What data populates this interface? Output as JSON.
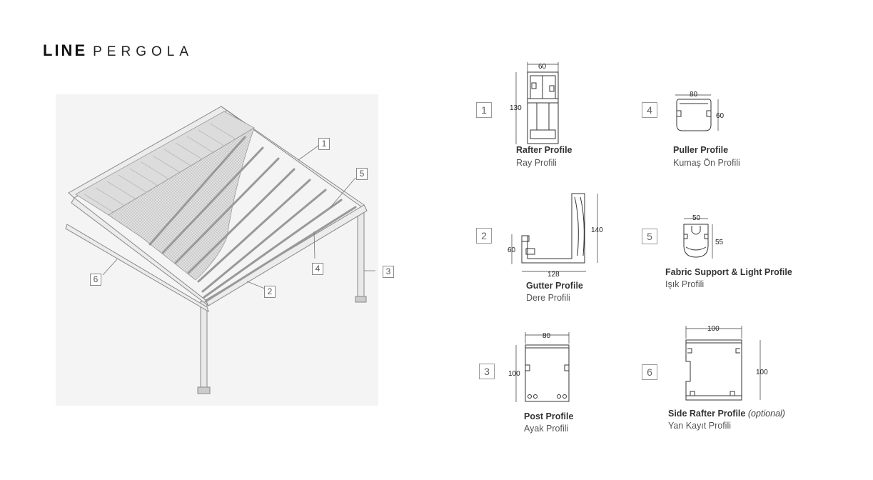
{
  "title": {
    "bold": "LINE",
    "light": "PERGOLA"
  },
  "callouts": [
    "1",
    "5",
    "4",
    "3",
    "2",
    "6"
  ],
  "profiles": [
    {
      "number": "1",
      "name": "Rafter Profile",
      "name_suffix": "",
      "subtitle": "Ray Profili",
      "dims": [
        "60",
        "130"
      ]
    },
    {
      "number": "2",
      "name": "Gutter Profile",
      "name_suffix": "",
      "subtitle": "Dere Profili",
      "dims": [
        "60",
        "128",
        "140"
      ]
    },
    {
      "number": "3",
      "name": "Post Profile",
      "name_suffix": "",
      "subtitle": "Ayak Profili",
      "dims": [
        "80",
        "100"
      ]
    },
    {
      "number": "4",
      "name": "Puller Profile",
      "name_suffix": "",
      "subtitle": "Kumaş Ön Profili",
      "dims": [
        "80",
        "60"
      ]
    },
    {
      "number": "5",
      "name": "Fabric Support & Light Profile",
      "name_suffix": "",
      "subtitle": "Işık Profili",
      "dims": [
        "50",
        "55"
      ]
    },
    {
      "number": "6",
      "name": "Side Rafter Profile",
      "name_suffix": "(optional)",
      "subtitle": "Yan Kayıt Profili",
      "dims": [
        "100",
        "100"
      ]
    }
  ]
}
